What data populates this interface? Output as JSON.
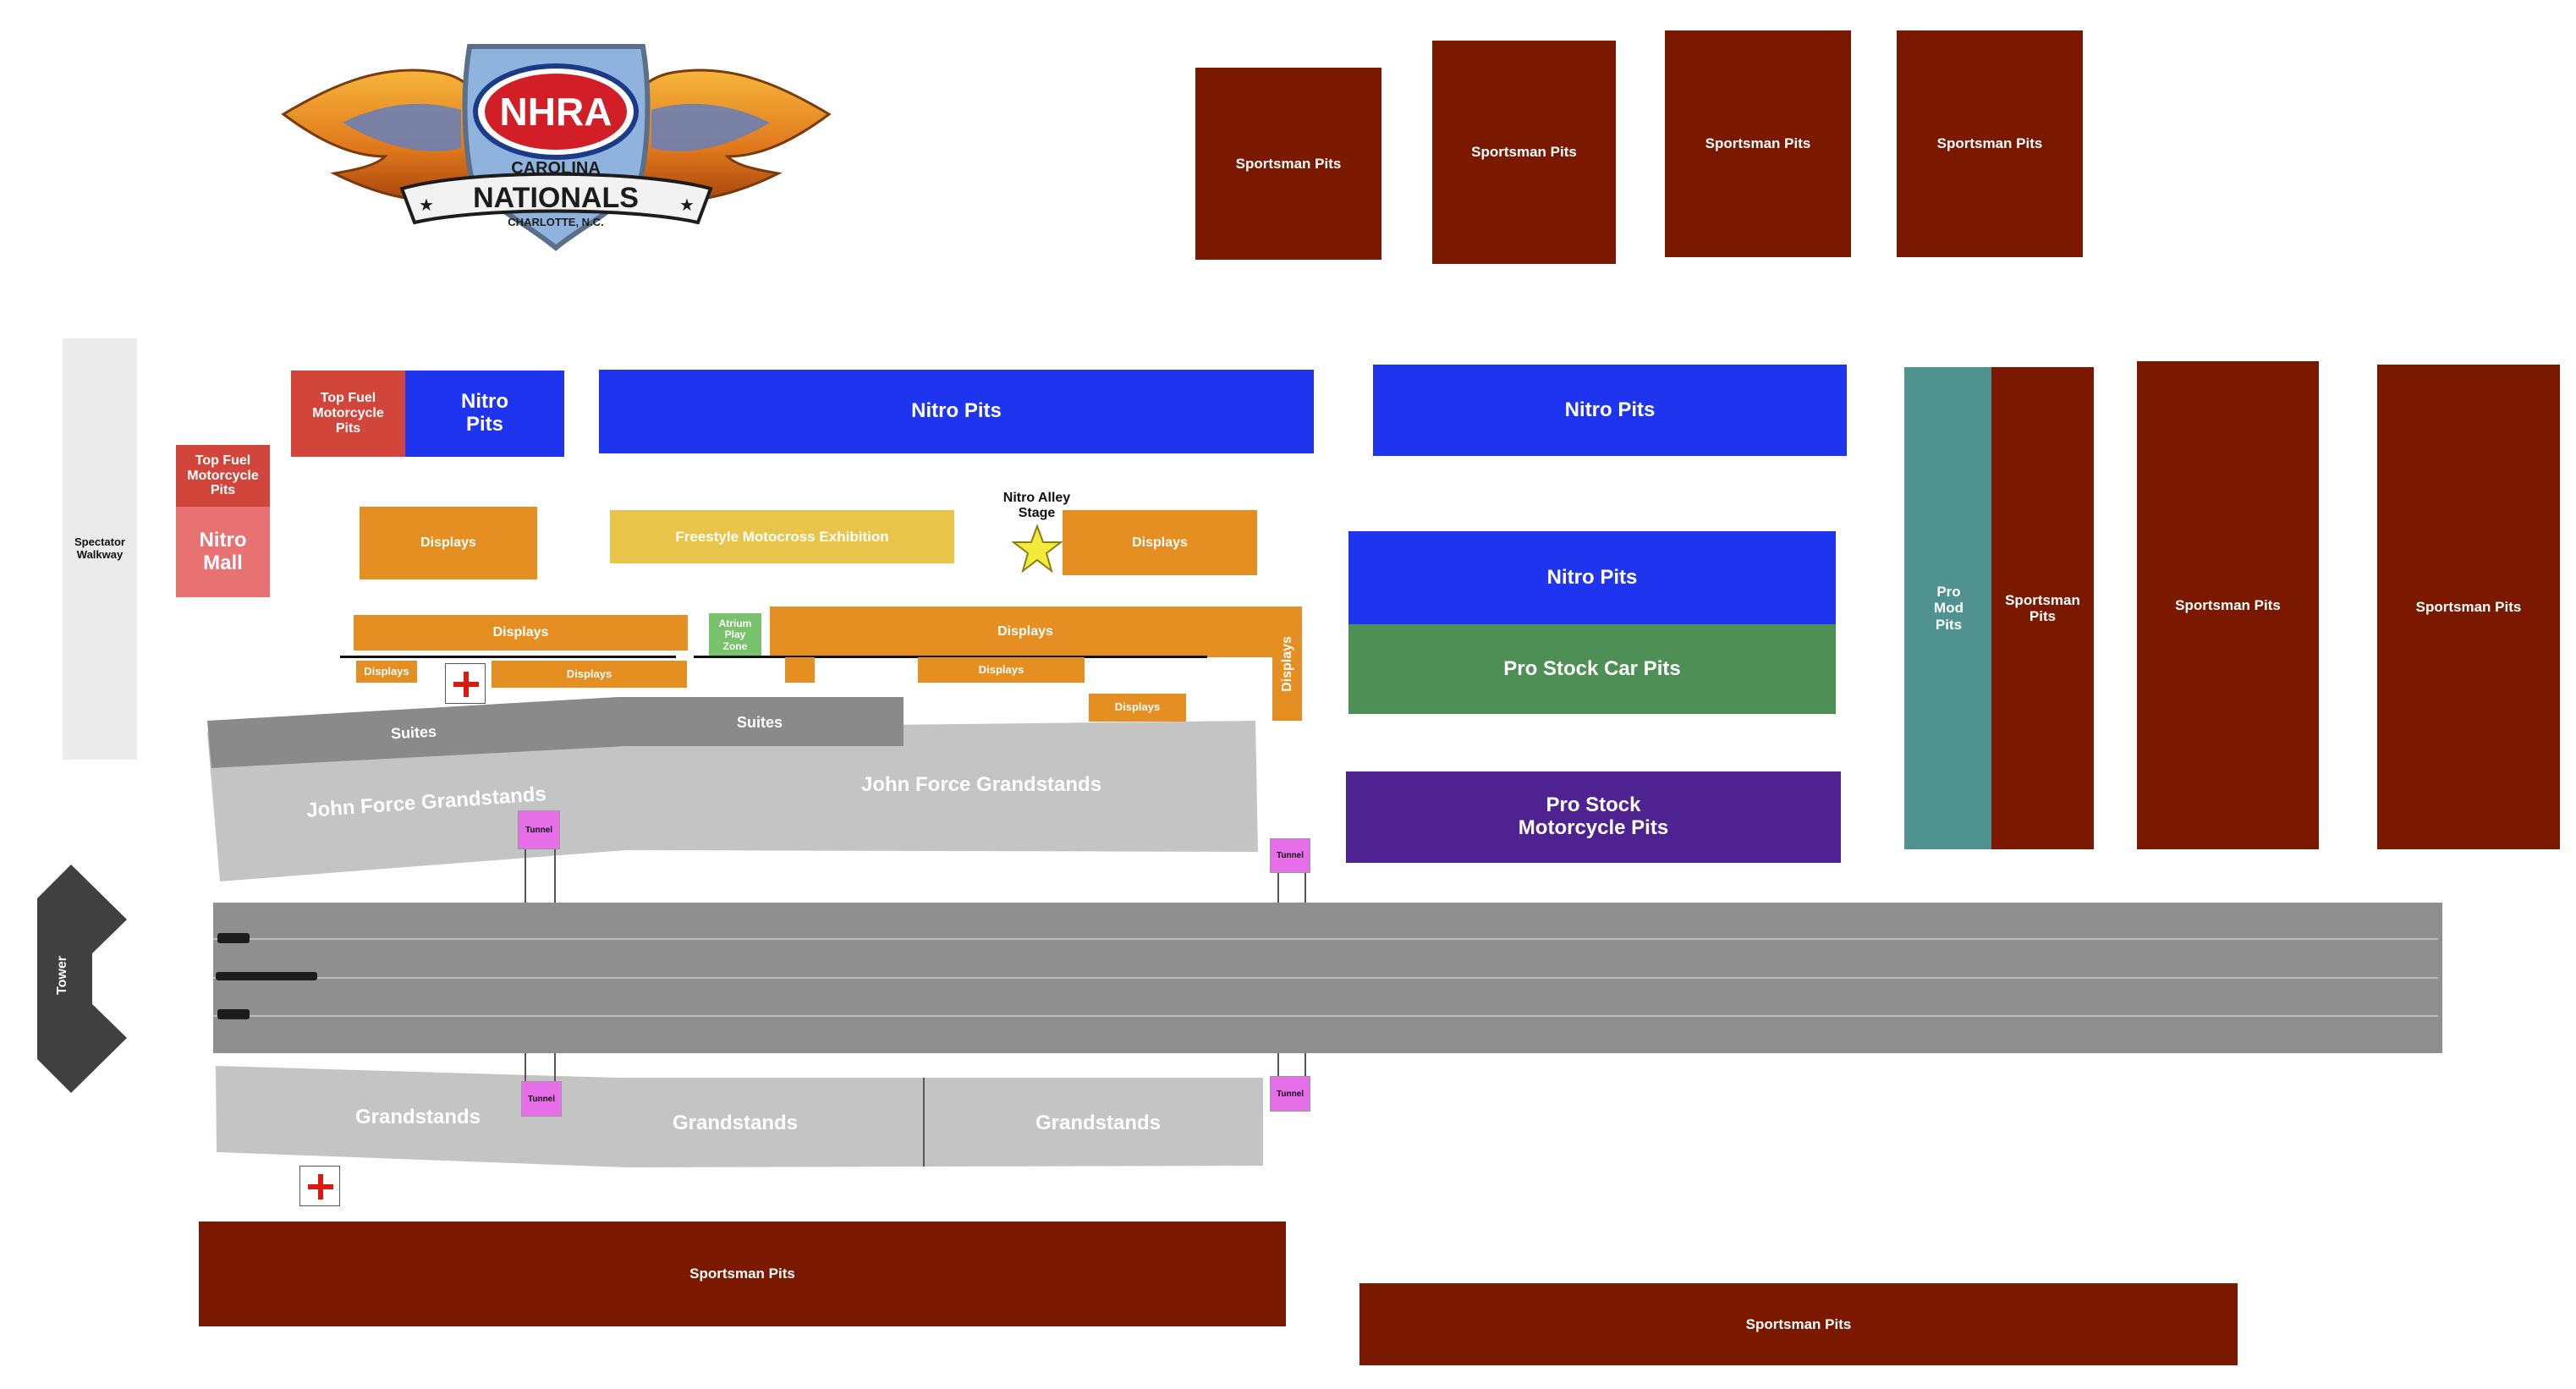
{
  "logo": {
    "brand": "NHRA",
    "event_line1": "CAROLINA",
    "event_line2": "NATIONALS",
    "location": "CHARLOTTE, N.C."
  },
  "colors": {
    "sportsman_pits": "#7a1800",
    "nitro_pits": "#1e34ee",
    "displays": "#e58e22",
    "freestyle": "#e8c54a",
    "pro_stock_car": "#4e8f55",
    "pro_stock_moto": "#4f2292",
    "pro_mod": "#4f9290",
    "top_fuel_moto": "#d2453a",
    "nitro_mall": "#e87272",
    "atrium": "#77c26b",
    "tunnel": "#e66ee8",
    "track": "#8f8f8f",
    "grandstands": "#c4c4c4",
    "suites": "#8a8a8a",
    "tower": "#404040",
    "walkway": "#ebebeb"
  },
  "labels": {
    "sportsman_pits": "Sportsman Pits",
    "nitro_pits": "Nitro Pits",
    "nitro_pits_stacked": "Nitro\nPits",
    "top_fuel_moto": "Top Fuel\nMotorcycle\nPits",
    "nitro_mall": "Nitro\nMall",
    "spectator_walkway": "Spectator\nWalkway",
    "displays": "Displays",
    "freestyle": "Freestyle Motocross Exhibition",
    "nitro_alley_stage": "Nitro Alley\nStage",
    "atrium": "Atrium\nPlay\nZone",
    "suites": "Suites",
    "john_force": "John Force Grandstands",
    "grandstands": "Grandstands",
    "tunnel": "Tunnel",
    "tower": "Tower",
    "pro_stock_car": "Pro Stock Car Pits",
    "pro_stock_moto": "Pro Stock\nMotorcycle Pits",
    "pro_mod": "Pro\nMod\nPits",
    "sportsman_pits_stacked": "Sportsman\nPits"
  },
  "icons": {
    "first_aid": "first-aid-cross-icon",
    "stage": "star-icon"
  }
}
